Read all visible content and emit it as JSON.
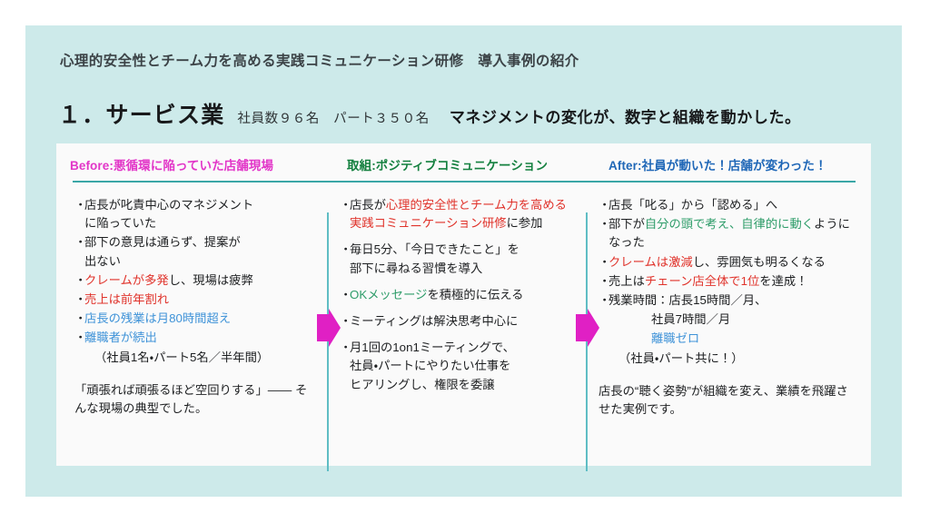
{
  "slide": {
    "eyebrow": "心理的安全性とチーム力を高める実践コミュニケーション研修　導入事例の紹介",
    "title_main": "１．サービス業",
    "title_sub": "社員数９６名　パート３５０名",
    "title_tagline": "マネジメントの変化が、数字と組織を動かした。",
    "bullet_glyph": "・"
  },
  "colors": {
    "page_background": "#ffffff",
    "slide_background": "#cdeaea",
    "card_background": "#fafafa",
    "rule": "#3aa6a6",
    "divider": "#5fbdc4",
    "arrow": "#e020c4",
    "before_header": "#e235c8",
    "action_header": "#14803f",
    "after_header": "#1f67b7",
    "accent_red": "#e0332b",
    "accent_blue": "#3f93d8",
    "accent_green": "#2f9d6a"
  },
  "columns": {
    "before": {
      "header": "Before:悪循環に陥っていた店舗現場",
      "items": [
        {
          "line1": "店長が叱責中心のマネジメント",
          "line2": "に陥っていた"
        },
        {
          "line1": "部下の意見は通らず、提案が",
          "line2": "出ない"
        },
        {
          "seg_red": "クレームが多発",
          "seg_plain": "し、現場は疲弊"
        },
        {
          "seg_red": "売上は前年割れ"
        },
        {
          "seg_blue": "店長の残業は月80時間超え"
        },
        {
          "seg_blue": "離職者が続出"
        }
      ],
      "sub_note": "（社員1名・パート5名／半年間）",
      "closing": "「頑張れば頑張るほど空回りする」—— そんな現場の典型でした。"
    },
    "action": {
      "header": "取組:ポジティブコミュニケーション",
      "items": [
        {
          "pre": "店長が",
          "red": "心理的安全性とチーム力を高める実践コミュニケーション研修",
          "post": "に参加"
        },
        {
          "line1": "毎日5分、「今日できたこと」を",
          "line2": "部下に尋ねる習慣を導入"
        },
        {
          "green": "OKメッセージ",
          "post": "を積極的に伝える"
        },
        {
          "line1": "ミーティングは解決思考中心に"
        },
        {
          "line1": "月1回の1on1ミーティングで、",
          "line2": "社員・パートにやりたい仕事を",
          "line3": "ヒアリングし、権限を委譲"
        }
      ]
    },
    "after": {
      "header": "After:社員が動いた！店舗が変わった！",
      "items": [
        {
          "line1": "店長「叱る」から「認める」へ"
        },
        {
          "pre": "部下が",
          "green": "自分の頭で考え、自律的に動く",
          "post": "ようになった"
        },
        {
          "red": "クレームは激減",
          "post": "し、雰囲気も明るくなる"
        },
        {
          "pre": "売上は",
          "red": "チェーン店全体で1位",
          "post": "を達成！"
        },
        {
          "line1": "残業時間：店長15時間／月、"
        }
      ],
      "indented_lines": [
        {
          "text": "社員7時間／月",
          "style": "plain"
        },
        {
          "text": "離職ゼロ",
          "style": "blue"
        },
        {
          "text": "（社員・パート共に！）",
          "style": "plain"
        }
      ],
      "closing": "店長の“聴く姿勢”が組織を変え、業績を飛躍させた実例です。"
    }
  }
}
